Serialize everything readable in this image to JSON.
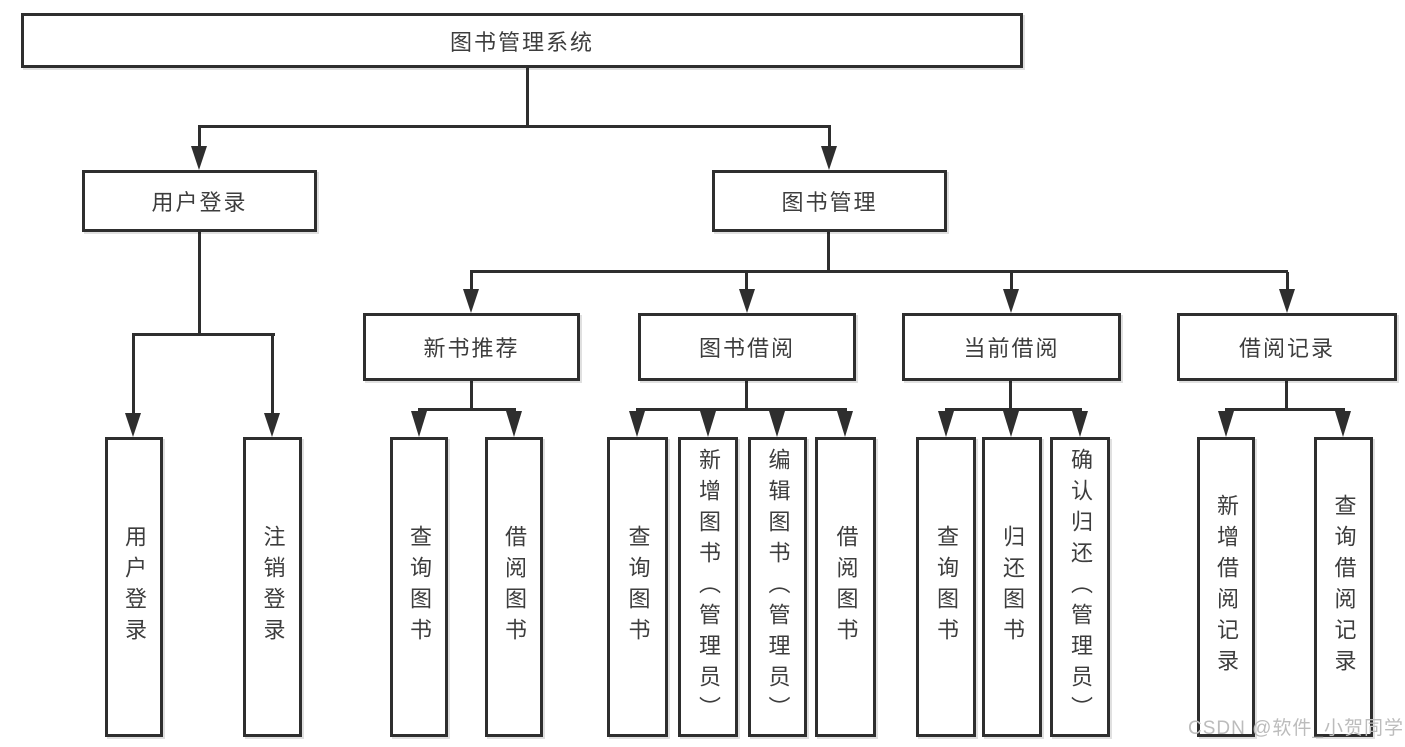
{
  "diagram": {
    "watermark": "CSDN @软件_小贺同学",
    "colors": {
      "line": "#2e2e2e",
      "text": "#3d3d3d",
      "box_bg": "#ffffff",
      "watermark": "#bcbcbc"
    },
    "tree": {
      "label": "图书管理系统",
      "children": [
        {
          "label": "用户登录",
          "children": [
            {
              "label": "用户登录"
            },
            {
              "label": "注销登录"
            }
          ]
        },
        {
          "label": "图书管理",
          "children": [
            {
              "label": "新书推荐",
              "children": [
                {
                  "label": "查询图书"
                },
                {
                  "label": "借阅图书"
                }
              ]
            },
            {
              "label": "图书借阅",
              "children": [
                {
                  "label": "查询图书"
                },
                {
                  "label": "新增图书（管理员）"
                },
                {
                  "label": "编辑图书（管理员）"
                },
                {
                  "label": "借阅图书"
                }
              ]
            },
            {
              "label": "当前借阅",
              "children": [
                {
                  "label": "查询图书"
                },
                {
                  "label": "归还图书"
                },
                {
                  "label": "确认归还（管理员）"
                }
              ]
            },
            {
              "label": "借阅记录",
              "children": [
                {
                  "label": "新增借阅记录"
                },
                {
                  "label": "查询借阅记录"
                }
              ]
            }
          ]
        }
      ]
    }
  }
}
